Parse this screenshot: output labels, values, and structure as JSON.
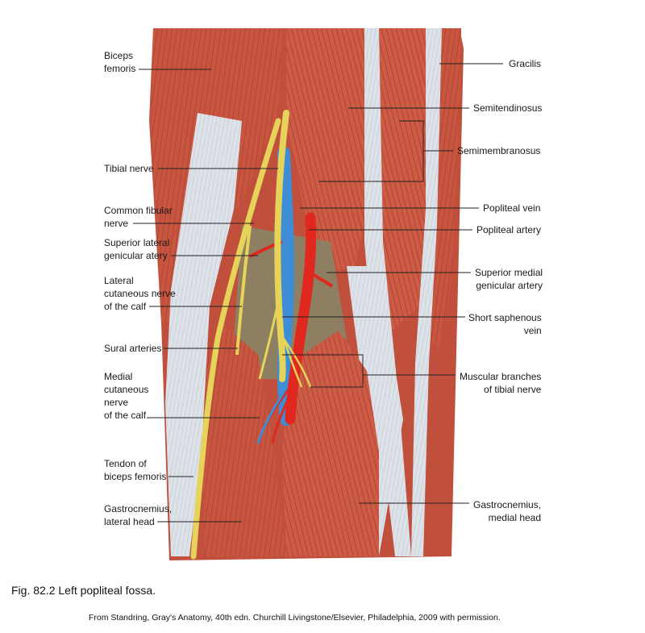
{
  "labels_left": [
    {
      "id": "biceps-femoris",
      "lines": [
        "Biceps",
        "femoris"
      ]
    },
    {
      "id": "tibial-nerve",
      "lines": [
        "Tibial nerve"
      ]
    },
    {
      "id": "common-fibular-nerve",
      "lines": [
        "Common fibular",
        "nerve"
      ]
    },
    {
      "id": "superior-lateral-genicular",
      "lines": [
        "Superior lateral",
        "genicular atery"
      ]
    },
    {
      "id": "lateral-cutaneous-nerve",
      "lines": [
        "Lateral",
        "cutaneous nerve",
        "of the calf"
      ]
    },
    {
      "id": "sural-arteries",
      "lines": [
        "Sural arteries"
      ]
    },
    {
      "id": "medial-cutaneous-nerve",
      "lines": [
        "Medial",
        "cutaneous",
        "nerve",
        "of the calf"
      ]
    },
    {
      "id": "tendon-biceps-femoris",
      "lines": [
        "Tendon of",
        "biceps femoris"
      ]
    },
    {
      "id": "gastrocnemius-lateral",
      "lines": [
        "Gastrocnemius,",
        "lateral head"
      ]
    }
  ],
  "labels_right": [
    {
      "id": "gracilis",
      "lines": [
        "Gracilis"
      ]
    },
    {
      "id": "semitendinosus",
      "lines": [
        "Semitendinosus"
      ]
    },
    {
      "id": "semimembranosus",
      "lines": [
        "Semimembranosus"
      ]
    },
    {
      "id": "popliteal-vein",
      "lines": [
        "Popliteal vein"
      ]
    },
    {
      "id": "popliteal-artery",
      "lines": [
        "Popliteal artery"
      ]
    },
    {
      "id": "superior-medial-genicular",
      "lines": [
        "Superior medial",
        "genicular artery"
      ]
    },
    {
      "id": "short-saphenous-vein",
      "lines": [
        "Short saphenous",
        "vein"
      ]
    },
    {
      "id": "muscular-branches",
      "lines": [
        "Muscular branches",
        "of tibial nerve"
      ]
    },
    {
      "id": "gastrocnemius-medial",
      "lines": [
        "Gastrocnemius,",
        "medial head"
      ]
    }
  ],
  "caption": "Fig. 82.2 Left popliteal fossa.",
  "credit": "From Standring, Gray's Anatomy, 40th edn. Churchill Livingstone/Elsevier, Philadelphia, 2009 with permission.",
  "colors": {
    "muscle": "#c8553f",
    "muscle_dark": "#a63a2a",
    "tendon": "#dfe3e8",
    "artery": "#e0281e",
    "vein": "#3d8ed6",
    "nerve": "#e6d35a",
    "fat": "#8f7f62"
  }
}
